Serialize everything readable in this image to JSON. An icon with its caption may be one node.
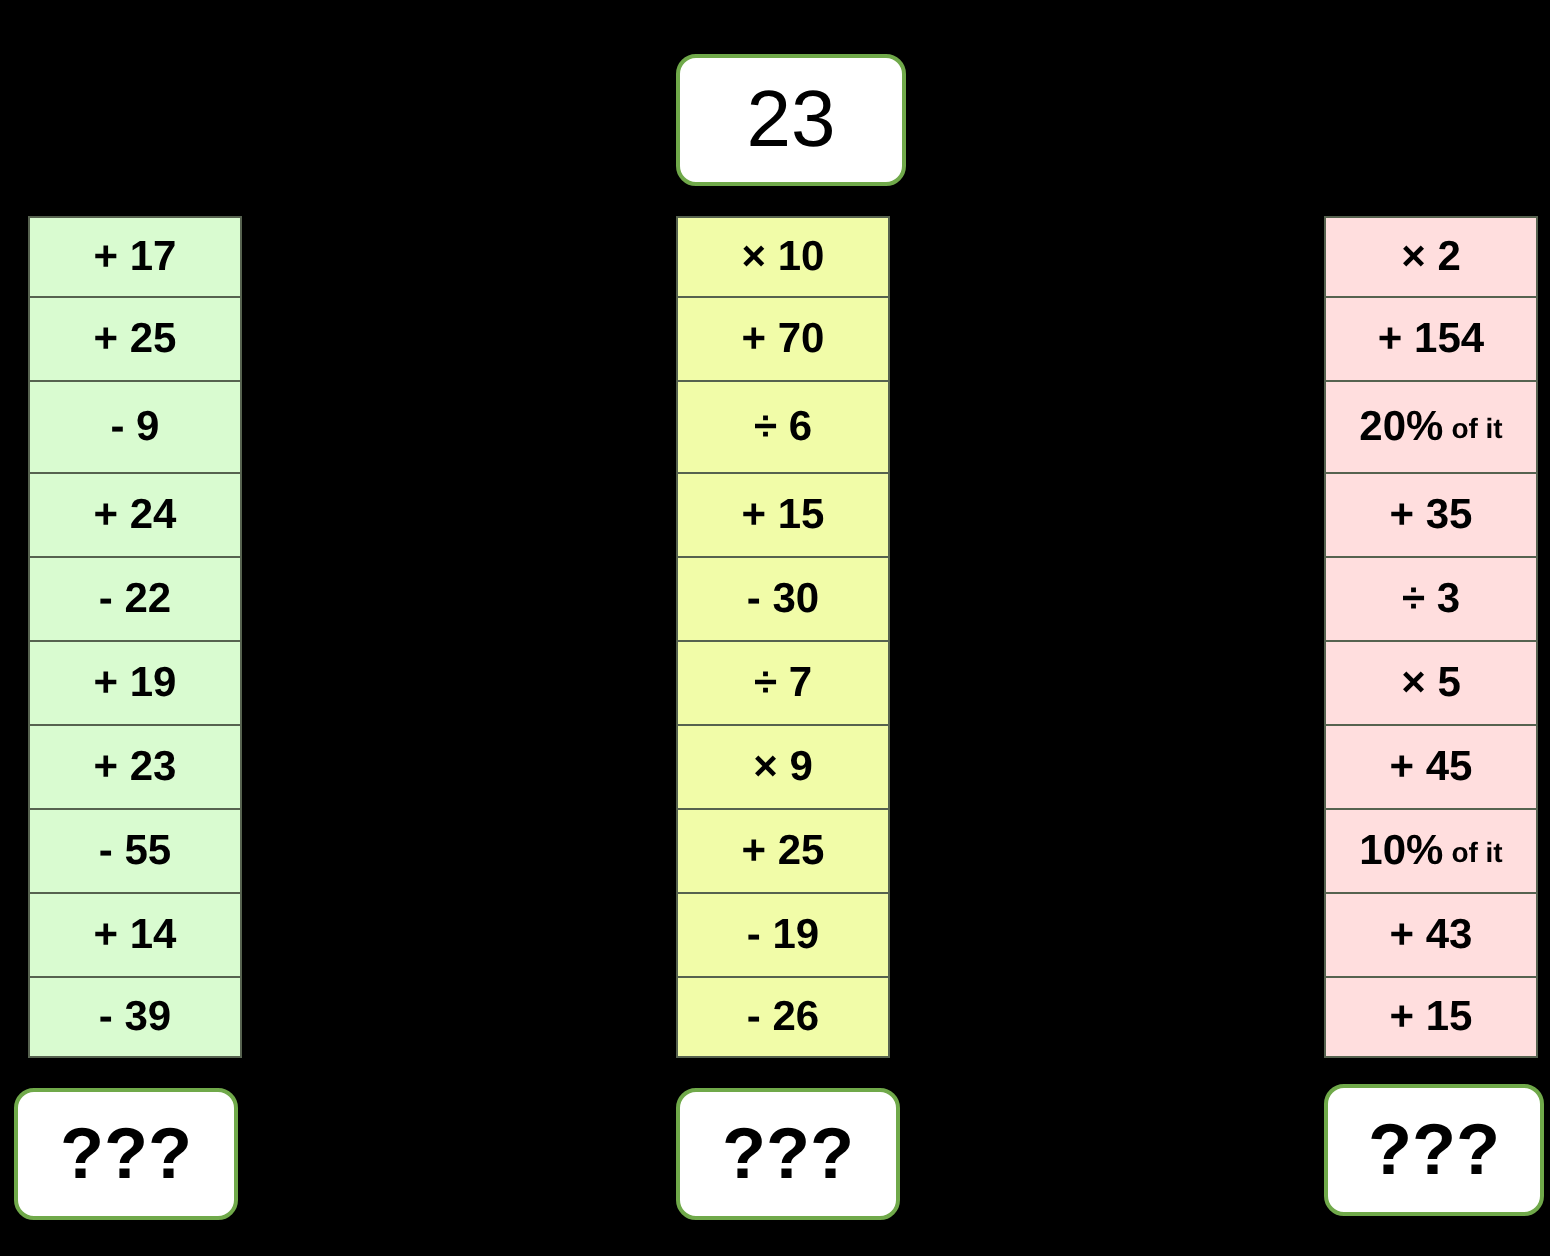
{
  "diagram": {
    "nodes": [
      {
        "text": [
          "23"
        ]
      },
      {
        "text": [
          "+ 17"
        ]
      },
      {
        "text": [
          "+ 25"
        ]
      },
      {
        "text": [
          "- 9"
        ]
      },
      {
        "text": [
          "+ 24"
        ]
      },
      {
        "text": [
          "- 22"
        ]
      },
      {
        "text": [
          "+ 19"
        ]
      },
      {
        "text": [
          "+ 23"
        ]
      },
      {
        "text": [
          "- 55"
        ]
      },
      {
        "text": [
          "+ 14"
        ]
      },
      {
        "text": [
          "- 39"
        ]
      },
      {
        "text": [
          "???"
        ]
      },
      {
        "text": [
          "× 10"
        ]
      },
      {
        "text": [
          "+ 70"
        ]
      },
      {
        "text": [
          "÷ 6"
        ]
      },
      {
        "text": [
          "+ 15"
        ]
      },
      {
        "text": [
          "- 30"
        ]
      },
      {
        "text": [
          "÷ 7"
        ]
      },
      {
        "text": [
          "× 9"
        ]
      },
      {
        "text": [
          "+ 25"
        ]
      },
      {
        "text": [
          "- 19"
        ]
      },
      {
        "text": [
          "- 26"
        ]
      },
      {
        "text": [
          "???"
        ]
      },
      {
        "text": [
          "× 2"
        ]
      },
      {
        "text": [
          "+ 154"
        ]
      },
      {
        "text": [
          "20%",
          "of it"
        ]
      },
      {
        "text": [
          "+ 35"
        ]
      },
      {
        "text": [
          "÷ 3"
        ]
      },
      {
        "text": [
          "× 5"
        ]
      },
      {
        "text": [
          "+ 45"
        ]
      },
      {
        "text": [
          "10%",
          "of it"
        ]
      },
      {
        "text": [
          "+ 43"
        ]
      },
      {
        "text": [
          "+ 15"
        ]
      },
      {
        "text": [
          "???"
        ]
      }
    ]
  }
}
